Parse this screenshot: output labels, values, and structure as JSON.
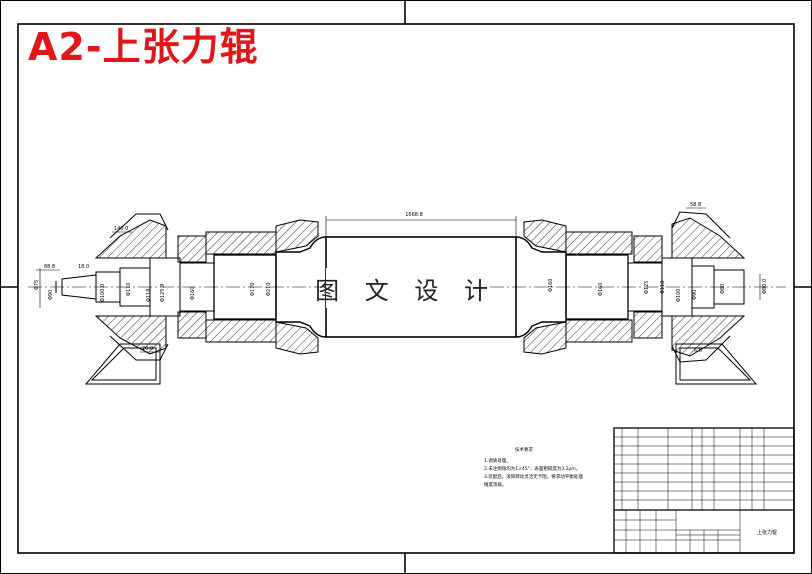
{
  "drawing": {
    "title": "A2-上张力辊",
    "watermark": "图 文 设 计",
    "total_length_dim": "1668.8",
    "dimensions_left": [
      "140.0",
      "88.8",
      "18.0",
      "Φ75",
      "Φ90",
      "Φ100.0",
      "Φ110",
      "Φ118",
      "Φ125.9",
      "Φ160",
      "Φ170",
      "Φ210",
      "20.0"
    ],
    "dimensions_center": [
      "Φ160"
    ],
    "dimensions_right": [
      "58.8",
      "Φ160",
      "Φ125",
      "Φ110",
      "Φ100",
      "Φ90",
      "Φ80",
      "Φ80.0",
      "6.0"
    ],
    "notes_title": "技术要求",
    "notes": [
      "1.调质处理。",
      "2.未注倒角均为1×45°，表面粗糙度为3.2μm。",
      "3.装配后，滚筒转动灵活无卡阻，要求动平衡处理",
      "  精度等级。"
    ],
    "title_block": {
      "drawing_name": "上张力辊"
    }
  }
}
